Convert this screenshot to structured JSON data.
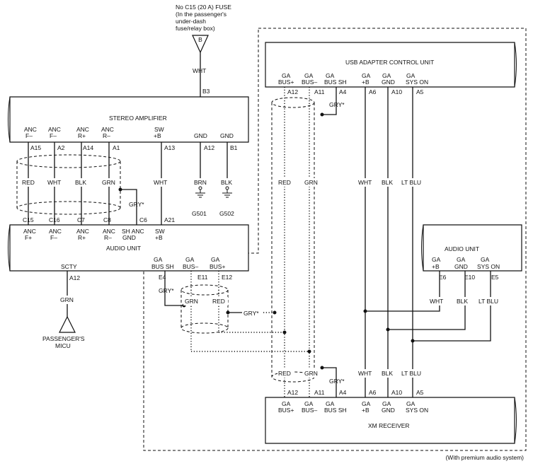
{
  "fuse": {
    "line1": "No  C15 (20 A) FUSE",
    "line2": "(In the passenger's",
    "line3": "under-dash",
    "line4": "fuse/relay box)",
    "marker": "B",
    "wire": "WHT",
    "pin": "B3",
    "pin_label": "+B"
  },
  "stereo_amplifier": {
    "title": "STEREO AMPLIFIER",
    "terminals": [
      {
        "l1": "ANC",
        "l2": "F–",
        "pin": "A15",
        "wire": "RED"
      },
      {
        "l1": "ANC",
        "l2": "F–",
        "pin": "A2",
        "wire": "WHT"
      },
      {
        "l1": "ANC",
        "l2": "R+",
        "pin": "A14",
        "wire": "BLK"
      },
      {
        "l1": "ANC",
        "l2": "R–",
        "pin": "A1",
        "wire": "GRN"
      },
      {
        "l1": "SW",
        "l2": "+B",
        "pin": "A13",
        "wire": "WHT"
      },
      {
        "l1": "",
        "l2": "GND",
        "pin": "A12",
        "wire": "BRN",
        "ground": "G501"
      },
      {
        "l1": "",
        "l2": "GND",
        "pin": "B1",
        "wire": "BLK",
        "ground": "G502"
      }
    ]
  },
  "audio_unit_left": {
    "title": "AUDIO UNIT",
    "terminals": [
      {
        "pin": "C15",
        "l1": "ANC",
        "l2": "F+"
      },
      {
        "pin": "C16",
        "l1": "ANC",
        "l2": "F–"
      },
      {
        "pin": "C7",
        "l1": "ANC",
        "l2": "R+"
      },
      {
        "pin": "C8",
        "l1": "ANC",
        "l2": "R–"
      },
      {
        "pin": "C6",
        "l1": "SH ANC",
        "l2": "GND"
      },
      {
        "pin": "A21",
        "l1": "SW",
        "l2": "+B"
      }
    ],
    "gry": "GRY*",
    "scty": {
      "label": "SCTY",
      "pin": "A12",
      "wire": "GRN",
      "dest1": "PASSENGER'S",
      "dest2": "MICU"
    },
    "ga_terminals": [
      {
        "l1": "GA",
        "l2": "BUS SH",
        "pin": "E4"
      },
      {
        "l1": "GA",
        "l2": "BUS–",
        "pin": "E11"
      },
      {
        "l1": "GA",
        "l2": "BUS+",
        "pin": "E12"
      }
    ],
    "ga_gry": "GRY*",
    "ga_wires": [
      "GRN",
      "RED"
    ],
    "ga_gry2": "GRY*"
  },
  "usb_adapter": {
    "title": "USB ADAPTER CONTROL UNIT",
    "terminals": [
      {
        "l1": "GA",
        "l2": "BUS+",
        "pin": "A12",
        "wire": "RED"
      },
      {
        "l1": "GA",
        "l2": "BUS–",
        "pin": "A11",
        "wire": "GRN"
      },
      {
        "l1": "GA",
        "l2": "BUS SH",
        "pin": "A4",
        "wire": "GRY*"
      },
      {
        "l1": "GA",
        "l2": "+B",
        "pin": "A6",
        "wire": "WHT"
      },
      {
        "l1": "GA",
        "l2": "GND",
        "pin": "A10",
        "wire": "BLK"
      },
      {
        "l1": "GA",
        "l2": "SYS ON",
        "pin": "A5",
        "wire": "LT BLU"
      }
    ]
  },
  "audio_unit_right": {
    "title": "AUDIO UNIT",
    "terminals": [
      {
        "l1": "GA",
        "l2": "+B",
        "pin": "E6",
        "wire": "WHT"
      },
      {
        "l1": "GA",
        "l2": "GND",
        "pin": "E10",
        "wire": "BLK"
      },
      {
        "l1": "GA",
        "l2": "SYS ON",
        "pin": "E5",
        "wire": "LT BLU"
      }
    ]
  },
  "xm_receiver": {
    "title": "XM RECEIVER",
    "terminals": [
      {
        "l1": "GA",
        "l2": "BUS+",
        "pin": "A12",
        "wire": "RED"
      },
      {
        "l1": "GA",
        "l2": "BUS–",
        "pin": "A11",
        "wire": "GRN"
      },
      {
        "l1": "GA",
        "l2": "BUS SH",
        "pin": "A4",
        "wire": "GRY*"
      },
      {
        "l1": "GA",
        "l2": "+B",
        "pin": "A6",
        "wire": "WHT"
      },
      {
        "l1": "GA",
        "l2": "GND",
        "pin": "A10",
        "wire": "BLK"
      },
      {
        "l1": "GA",
        "l2": "SYS ON",
        "pin": "A5",
        "wire": "LT BLU"
      }
    ]
  },
  "footnote": "(With premium audio system)"
}
